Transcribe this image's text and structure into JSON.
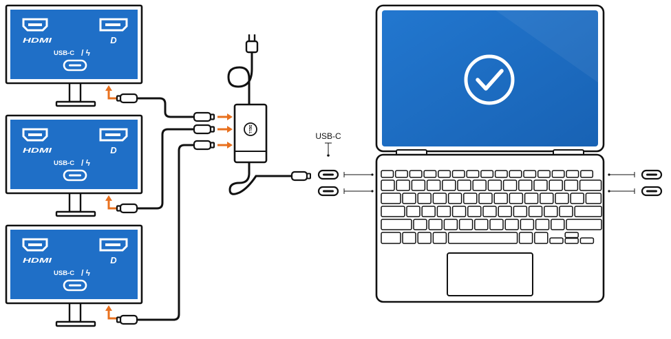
{
  "colors": {
    "screen_blue": "#1f6fc7",
    "screen_blue_dark": "#1a5fae",
    "outline": "#111111",
    "arrow_orange": "#e8701e",
    "panel_white": "#ffffff"
  },
  "monitors": [
    {
      "hdmi_label": "HDMI",
      "dp_label": "D",
      "usbc_label": "USB-C",
      "tb_label": "/ ϟ"
    },
    {
      "hdmi_label": "HDMI",
      "dp_label": "D",
      "usbc_label": "USB-C",
      "tb_label": "/ ϟ"
    },
    {
      "hdmi_label": "HDMI",
      "dp_label": "D",
      "usbc_label": "USB-C",
      "tb_label": "/ ϟ"
    }
  ],
  "adapter": {
    "logo": "DELL",
    "icon": "power-plug-icon"
  },
  "port_callout": {
    "label": "USB-C"
  },
  "laptop": {
    "status_icon": "checkmark-icon"
  }
}
